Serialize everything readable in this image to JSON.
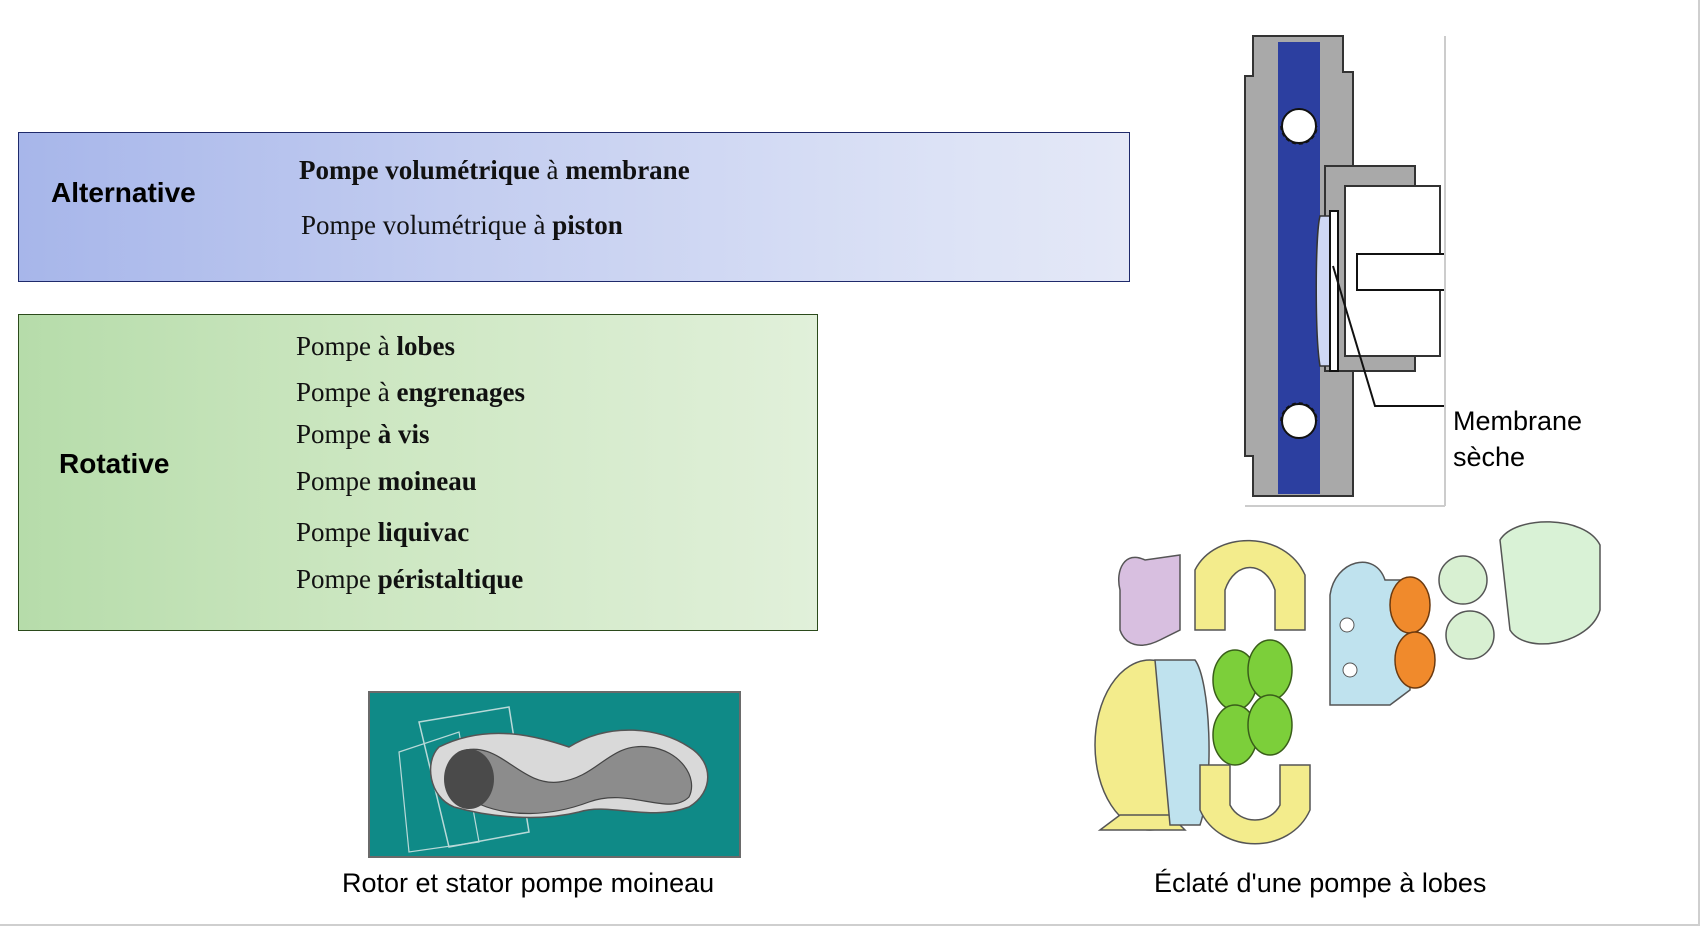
{
  "alternative": {
    "label": "Alternative",
    "items": [
      {
        "prefix": "Pompe volumétrique",
        "mid": " à ",
        "bold": "membrane",
        "bold_prefix": true
      },
      {
        "prefix": "Pompe volumétrique",
        "mid": " à ",
        "bold": "piston",
        "bold_prefix": false
      }
    ]
  },
  "rotative": {
    "label": "Rotative",
    "items": [
      {
        "prefix": "Pompe à ",
        "bold": "lobes"
      },
      {
        "prefix": "Pompe à ",
        "bold": "engrenages"
      },
      {
        "prefix": "Pompe ",
        "bold": "à vis"
      },
      {
        "prefix": "Pompe ",
        "bold": "moineau"
      },
      {
        "prefix": "Pompe ",
        "bold": "liquivac"
      },
      {
        "prefix": "Pompe ",
        "bold": "péristaltique"
      }
    ]
  },
  "figures": {
    "membrane_label_line1": "Membrane",
    "membrane_label_line2": "sèche",
    "rotor_caption": "Rotor et stator pompe moineau",
    "lobes_caption": "Éclaté d'une pompe à lobes"
  },
  "colors": {
    "alternative_fill": "#a7b6ea",
    "rotative_fill": "#b6dcaa",
    "membrane_blue": "#2c3fa0",
    "rotor_teal": "#0f8a87"
  }
}
